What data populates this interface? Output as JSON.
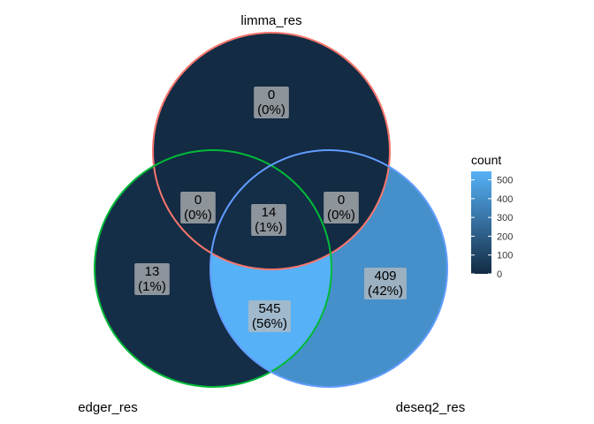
{
  "chart_data": {
    "type": "venn",
    "sets": [
      {
        "name": "limma_res",
        "color": "#F8766D"
      },
      {
        "name": "edger_res",
        "color": "#00BA38"
      },
      {
        "name": "deseq2_res",
        "color": "#619CFF"
      }
    ],
    "regions": [
      {
        "id": "limma_only",
        "sets": [
          "limma_res"
        ],
        "count": 0,
        "percent_label": "(0%)"
      },
      {
        "id": "limma_edger",
        "sets": [
          "limma_res",
          "edger_res"
        ],
        "count": 0,
        "percent_label": "(0%)"
      },
      {
        "id": "limma_deseq2",
        "sets": [
          "limma_res",
          "deseq2_res"
        ],
        "count": 0,
        "percent_label": "(0%)"
      },
      {
        "id": "all_three",
        "sets": [
          "limma_res",
          "edger_res",
          "deseq2_res"
        ],
        "count": 14,
        "percent_label": "(1%)"
      },
      {
        "id": "edger_only",
        "sets": [
          "edger_res"
        ],
        "count": 13,
        "percent_label": "(1%)"
      },
      {
        "id": "deseq2_only",
        "sets": [
          "deseq2_res"
        ],
        "count": 409,
        "percent_label": "(42%)"
      },
      {
        "id": "edger_deseq2",
        "sets": [
          "edger_res",
          "deseq2_res"
        ],
        "count": 545,
        "percent_label": "(56%)"
      }
    ],
    "legend": {
      "title": "count",
      "ticks": [
        0,
        100,
        200,
        300,
        400,
        500
      ],
      "range": [
        0,
        545
      ],
      "low_color": "#132B43",
      "high_color": "#56B1F7",
      "placement": "right"
    }
  }
}
